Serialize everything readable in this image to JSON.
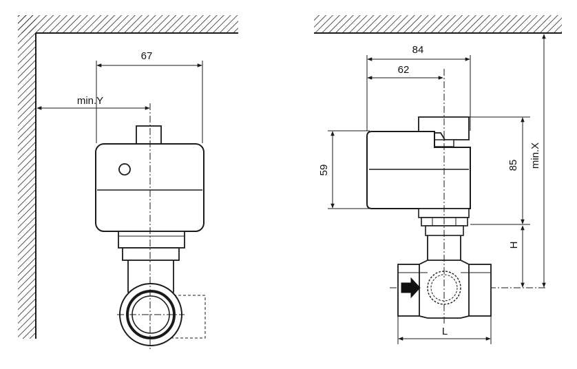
{
  "left_view": {
    "width_label": "67",
    "clearance_label": "min.Y"
  },
  "right_view": {
    "overall_width_label": "84",
    "axis_offset_label": "62",
    "actuator_height_label": "59",
    "total_height_label": "85",
    "clearance_label": "min.X",
    "pipe_axis_label": "H",
    "body_length_label": "L"
  },
  "colors": {
    "line": "#1a1a1a",
    "hatch": "#2a2a2a",
    "background": "#ffffff"
  }
}
